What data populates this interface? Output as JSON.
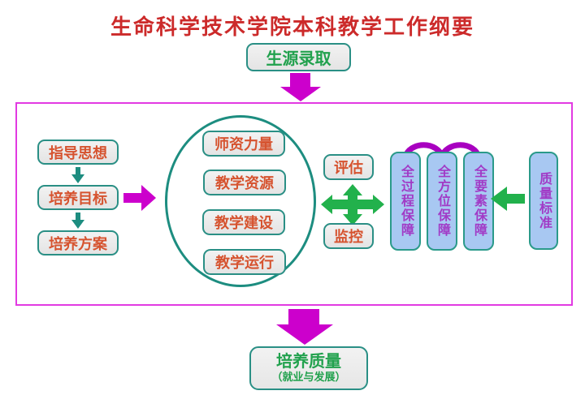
{
  "title": "生命科学技术学院本科教学工作纲要",
  "diagram": {
    "admission": "生源录取",
    "left_flow": [
      "指导思想",
      "培养目标",
      "培养方案"
    ],
    "core_items": [
      "师资力量",
      "教学资源",
      "教学建设",
      "教学运行"
    ],
    "evaluation": "评估",
    "monitoring": "监控",
    "guarantees": [
      "全过程保障",
      "全方位保障",
      "全要素保障"
    ],
    "quality_standard": "质量标准",
    "outcome": {
      "title": "培养质量",
      "subtitle": "（就业与发展）"
    }
  },
  "colors": {
    "title_red": "#cc2a2a",
    "box_text_orange": "#d6532f",
    "green_text": "#21a14d",
    "teal_border": "#2a8f85",
    "magenta_arrow": "#cc00cc",
    "rect_border": "#e23ae2",
    "arc_magenta": "#a800c0",
    "green_arrow": "#22b14c",
    "blue_fill": "#a8c8f2",
    "purple_text": "#a13ac6"
  }
}
